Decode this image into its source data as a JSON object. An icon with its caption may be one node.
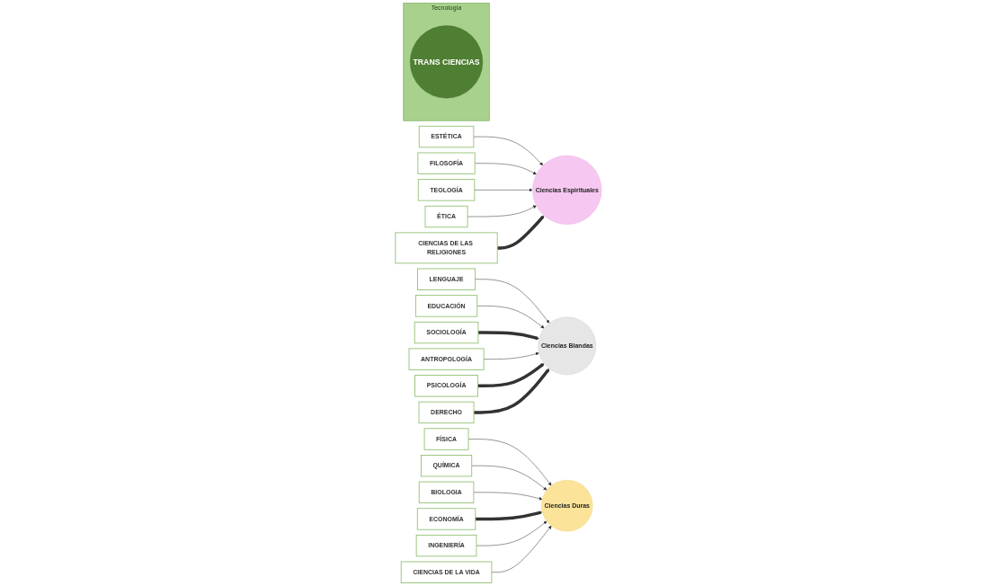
{
  "diagram": {
    "nodes": [
      {
        "text": [
          "ESTÉTICA"
        ]
      },
      {
        "text": [
          "FILOSOFÍA"
        ]
      },
      {
        "text": [
          "TEOLOGÍA"
        ]
      },
      {
        "text": [
          "ÉTICA"
        ]
      },
      {
        "text": [
          "CIENCIAS DE LAS RELIGIONES"
        ]
      },
      {
        "text": [
          "Ciencias Espirituales"
        ]
      },
      {
        "text": [
          "Tecnología"
        ]
      },
      {
        "text": [
          "TRANS CIENCIAS"
        ],
        "in": 6
      },
      {
        "text": [
          "LENGUAJE"
        ]
      },
      {
        "text": [
          "FÍSICA"
        ]
      },
      {
        "text": [
          "QUÍMICA"
        ]
      },
      {
        "text": [
          "EDUCACIÓN"
        ]
      },
      {
        "text": [
          "BIOLOGIA"
        ]
      },
      {
        "text": [
          "SOCIOLOGÍA"
        ]
      },
      {
        "text": [
          "ANTROPOLOGÍA"
        ]
      },
      {
        "text": [
          "Ciencias Blandas"
        ]
      },
      {
        "text": [
          "ECONOMÍA"
        ]
      },
      {
        "text": [
          "Ciencias Duras"
        ]
      },
      {
        "text": [
          "PSICOLOGÍA"
        ]
      },
      {
        "text": [
          "INGENIERÍA"
        ]
      },
      {
        "text": [
          "DERECHO"
        ]
      },
      {
        "text": [
          "CIENCIAS DE LA VIDA"
        ]
      }
    ],
    "edges": [
      {
        "from": 0,
        "to": 5,
        "arrow": "to"
      },
      {
        "from": 1,
        "to": 5,
        "arrow": "to"
      },
      {
        "from": 2,
        "to": 5,
        "arrow": "to"
      },
      {
        "from": 3,
        "to": 5,
        "arrow": "to"
      },
      {
        "from": 4,
        "to": 5,
        "arrow": "to",
        "style": "thick"
      },
      {
        "from": 8,
        "to": 15,
        "arrow": "to"
      },
      {
        "from": 11,
        "to": 15,
        "arrow": "to"
      },
      {
        "from": 13,
        "to": 15,
        "arrow": "to",
        "style": "thick"
      },
      {
        "from": 14,
        "to": 15,
        "arrow": "to"
      },
      {
        "from": 18,
        "to": 15,
        "arrow": "to",
        "style": "thick"
      },
      {
        "from": 20,
        "to": 15,
        "arrow": "to",
        "style": "thick"
      },
      {
        "from": 9,
        "to": 17,
        "arrow": "to"
      },
      {
        "from": 10,
        "to": 17,
        "arrow": "to"
      },
      {
        "from": 12,
        "to": 17,
        "arrow": "to"
      },
      {
        "from": 16,
        "to": 17,
        "arrow": "to",
        "style": "thick"
      },
      {
        "from": 19,
        "to": 17,
        "arrow": "to"
      },
      {
        "from": 21,
        "to": 17,
        "arrow": "to"
      }
    ]
  }
}
